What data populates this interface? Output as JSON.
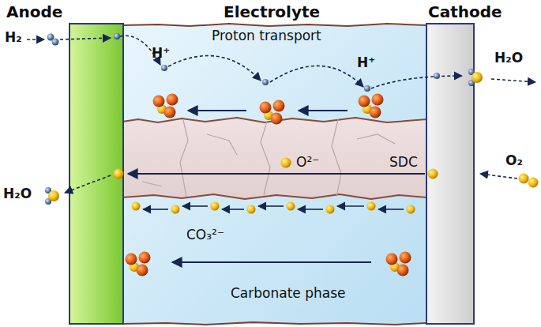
{
  "diagram": {
    "nodes": [
      {
        "text": [
          "Anode"
        ]
      },
      {
        "text": [
          "Electrolyte"
        ]
      },
      {
        "text": [
          "O²⁻",
          "SDC"
        ],
        "in": 1
      },
      {
        "text": [
          "Cathode"
        ]
      }
    ],
    "labels": [
      "H₂",
      "H⁺",
      "Proton transport",
      "H⁺",
      "H₂O",
      "H₂O",
      "O₂",
      "CO₃²⁻",
      "Carbonate phase"
    ]
  }
}
